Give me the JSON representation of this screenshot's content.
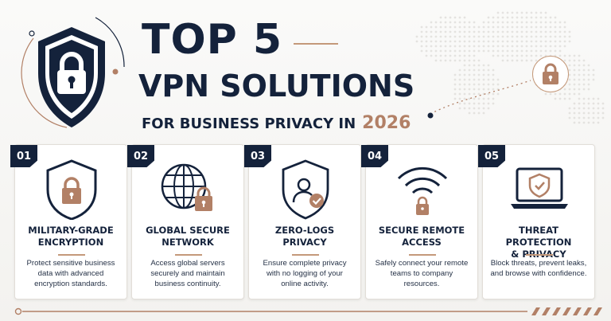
{
  "header": {
    "title_line1": "TOP 5",
    "title_line2": "VPN SOLUTIONS",
    "subtitle_prefix": "FOR BUSINESS PRIVACY IN",
    "subtitle_year": "2026"
  },
  "colors": {
    "navy": "#14223b",
    "accent": "#b28066",
    "card_bg": "#ffffff",
    "page_bg": "#f7f6f4"
  },
  "cards": [
    {
      "number": "01",
      "title_line1": "MILITARY-GRADE",
      "title_line2": "ENCRYPTION",
      "description": "Protect sensitive business data with advanced encryption standards.",
      "icon": "shield-lock-icon"
    },
    {
      "number": "02",
      "title_line1": "GLOBAL SECURE",
      "title_line2": "NETWORK",
      "description": "Access global servers securely and maintain business continuity.",
      "icon": "globe-lock-icon"
    },
    {
      "number": "03",
      "title_line1": "ZERO-LOGS",
      "title_line2": "PRIVACY",
      "description": "Ensure complete privacy with no logging of your online activity.",
      "icon": "shield-user-check-icon"
    },
    {
      "number": "04",
      "title_line1": "SECURE REMOTE",
      "title_line2": "ACCESS",
      "description": "Safely connect your remote teams to company resources.",
      "icon": "wifi-lock-icon"
    },
    {
      "number": "05",
      "title_line1": "THREAT PROTECTION",
      "title_line2": "& PRIVACY",
      "description": "Block threats, prevent leaks, and browse with confidence.",
      "icon": "laptop-shield-icon"
    }
  ]
}
